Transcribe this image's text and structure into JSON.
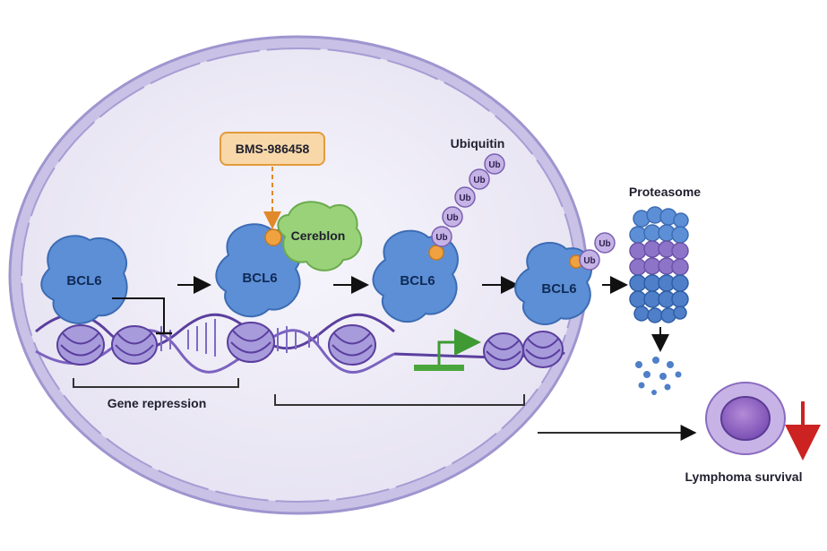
{
  "labels": {
    "drug": "BMS-986458",
    "cereblon": "Cereblon",
    "ubiquitin": "Ubiquitin",
    "proteasome": "Proteasome",
    "bcl6": "BCL6",
    "ub": "Ub",
    "gene_repression": "Gene repression",
    "lymphoma_survival": "Lymphoma survival"
  },
  "colors": {
    "membrane": "#b9b2dc",
    "cell_fill": "#efedf6",
    "bcl6": "#5d8fd6",
    "cereblon": "#9ad27a",
    "drug_box": "#f8d8a8",
    "drug_border": "#e39a3c",
    "linker": "#f0a240",
    "ubiquitin": "#c5b3e6",
    "dna": "#5b3f9e",
    "nucleosome": "#a79bdc",
    "promoter": "#4aa63c",
    "down_arrow": "#cc2222"
  }
}
